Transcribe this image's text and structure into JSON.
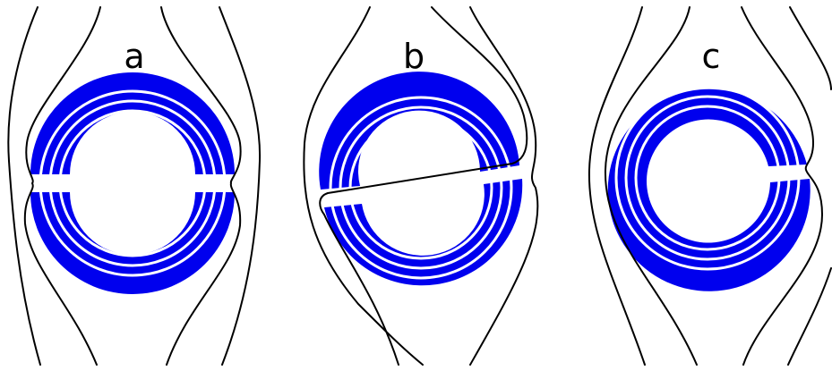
{
  "panels": [
    {
      "label": "a"
    },
    {
      "label": "b"
    },
    {
      "label": "c"
    }
  ],
  "colors": {
    "ring": "#0000ee",
    "line": "#000000",
    "background": "#ffffff",
    "separator": "#ffffff"
  }
}
